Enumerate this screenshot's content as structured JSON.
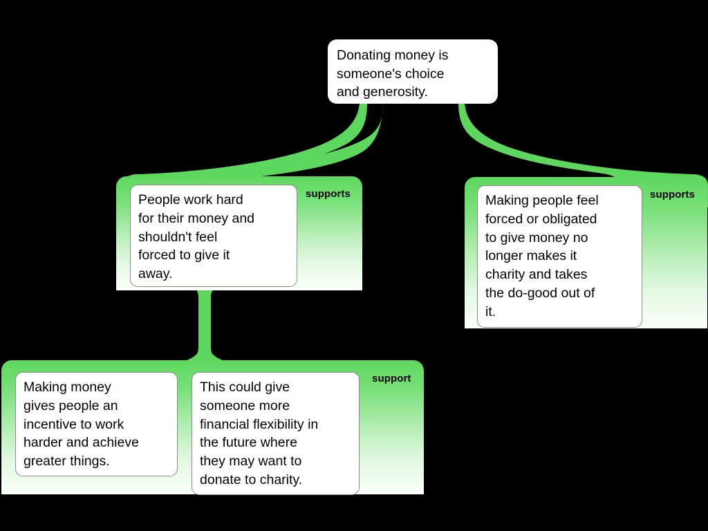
{
  "diagram": {
    "title": "Argument map: Donating money is someone's choice and generosity",
    "background_color": "#000000",
    "accent_color": "#5ed75e",
    "card_color": "#ffffff",
    "text_color": "#000000"
  },
  "root": {
    "text": "Donating money is\nsomeone's choice\nand generosity."
  },
  "branches": [
    {
      "id": "left",
      "relation_label": "supports",
      "claims": [
        {
          "text": "People work hard\nfor their money and\nshouldn't feel\nforced to give it\naway."
        }
      ]
    },
    {
      "id": "right",
      "relation_label": "supports",
      "claims": [
        {
          "text": "Making people feel\nforced or obligated\nto give money no\nlonger makes it\ncharity and takes\nthe do-good out of\nit."
        }
      ]
    },
    {
      "id": "bottom",
      "relation_label": "support",
      "claims": [
        {
          "text": "Making money\ngives people an\nincentive to work\nharder and achieve\ngreater things."
        },
        {
          "text": "This could give\nsomeone more\nfinancial flexibility in\nthe future where\nthey may want to\ndonate to charity."
        }
      ]
    }
  ],
  "connectors": [
    {
      "from": "root",
      "to": "left",
      "style": "curved-fan"
    },
    {
      "from": "root",
      "to": "right",
      "style": "curved-fan"
    },
    {
      "from": "left",
      "to": "bottom",
      "style": "vertical-trunk"
    }
  ]
}
